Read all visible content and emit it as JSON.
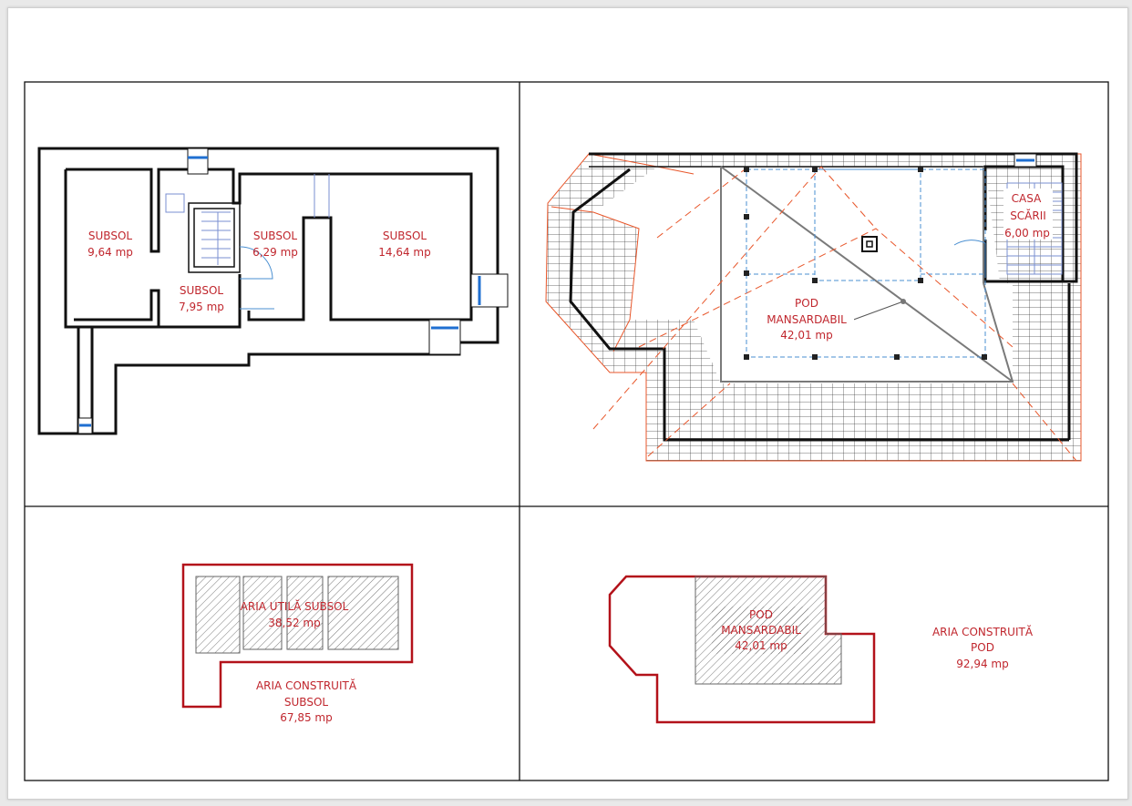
{
  "plan_basement": {
    "rooms": [
      {
        "name": "SUBSOL",
        "area": "9,64 mp"
      },
      {
        "name": "SUBSOL",
        "area": "6,29 mp"
      },
      {
        "name": "SUBSOL",
        "area": "14,64 mp"
      },
      {
        "name": "SUBSOL",
        "area": "7,95 mp"
      }
    ]
  },
  "plan_attic": {
    "pod": {
      "line1": "POD",
      "line2": "MANSARDABIL",
      "area": "42,01 mp"
    },
    "stair": {
      "line1": "CASA",
      "line2": "SCĂRII",
      "area": "6,00 mp"
    }
  },
  "summary_basement": {
    "useful": {
      "label": "ARIA UTILĂ SUBSOL",
      "area": "38,52 mp"
    },
    "built": {
      "line1": "ARIA CONSTRUITĂ",
      "line2": "SUBSOL",
      "area": "67,85 mp"
    }
  },
  "summary_attic": {
    "useful": {
      "line1": "POD",
      "line2": "MANSARDABIL",
      "area": "42,01 mp"
    },
    "built": {
      "line1": "ARIA CONSTRUITĂ",
      "line2": "POD",
      "area": "92,94 mp"
    }
  },
  "colors": {
    "label_red": "#c0262d",
    "outline_red": "#b3121a",
    "roof_orange": "#e8562a",
    "window_blue": "#1f6fd1",
    "dash_blue": "#4a8fd1"
  }
}
